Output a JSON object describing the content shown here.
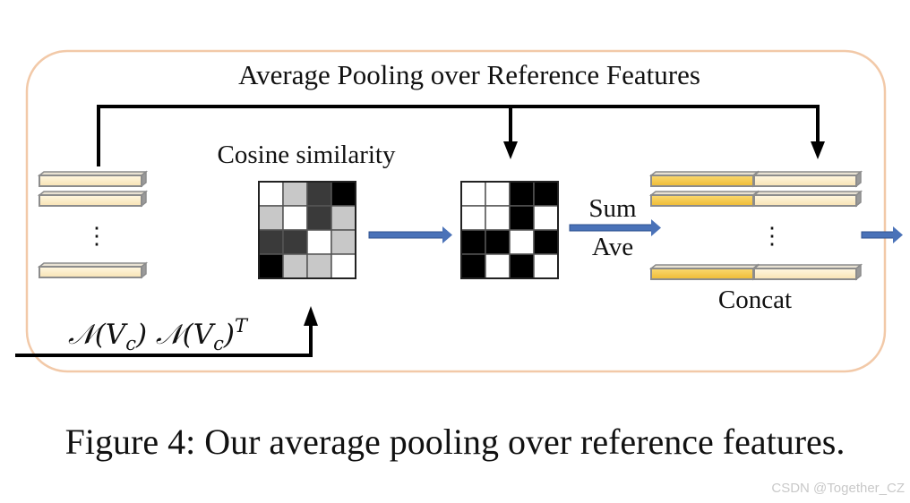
{
  "title": "Average Pooling over Reference Features",
  "cosine_label": "Cosine similarity",
  "sum_label": "Sum",
  "ave_label": "Ave",
  "concat_label": "Concat",
  "vdots": "⋮",
  "formula": {
    "part1": "𝒩(V",
    "sub1": "c",
    "part2": ") 𝒩(V",
    "sub2": "c",
    "part3": ")",
    "sup": "T"
  },
  "caption": "Figure 4: Our average pooling over reference features.",
  "watermark": "CSDN @Together_CZ",
  "colors": {
    "frame_border": "#f2c9a8",
    "feature_fill": "#fdefc8",
    "feature_highlight": "#f5c94a",
    "arrow_blue": "#4a72b8",
    "gray_dark": "#3a3a3a",
    "gray_light": "#c8c8c8"
  },
  "similarity_matrix": [
    [
      "white",
      "light",
      "dark",
      "black"
    ],
    [
      "light",
      "white",
      "dark",
      "light"
    ],
    [
      "dark",
      "dark",
      "white",
      "light"
    ],
    [
      "black",
      "light",
      "light",
      "white"
    ]
  ],
  "binary_matrix": [
    [
      "white",
      "white",
      "black",
      "black"
    ],
    [
      "white",
      "white",
      "black",
      "white"
    ],
    [
      "black",
      "black",
      "white",
      "black"
    ],
    [
      "black",
      "white",
      "black",
      "white"
    ]
  ]
}
